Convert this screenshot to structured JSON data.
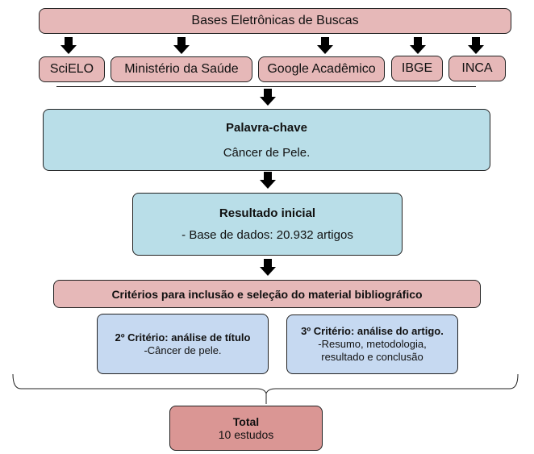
{
  "top": {
    "title": "Bases Eletrônicas de Buscas"
  },
  "sources": [
    {
      "label": "SciELO"
    },
    {
      "label": "Ministério da Saúde"
    },
    {
      "label": "Google Acadêmico"
    },
    {
      "label": "IBGE"
    },
    {
      "label": "INCA"
    }
  ],
  "keyword": {
    "title": "Palavra-chave",
    "text": "Câncer de Pele."
  },
  "initial": {
    "title": "Resultado inicial",
    "text": "- Base de dados: 20.932 artigos"
  },
  "criteria": {
    "title": "Critérios para inclusão e seleção do material bibliográfico"
  },
  "criterion2": {
    "title": "2º Critério: análise de título",
    "text": "-Câncer de pele."
  },
  "criterion3": {
    "title": "3º Critério: análise do artigo.",
    "line1": "-Resumo, metodologia,",
    "line2": "resultado e conclusão"
  },
  "total": {
    "title": "Total",
    "text": "10 estudos"
  },
  "colors": {
    "pink": "#e6b8b8",
    "blue": "#b9dee8",
    "light_blue": "#c6d9f1",
    "dark_pink": "#da9694"
  }
}
